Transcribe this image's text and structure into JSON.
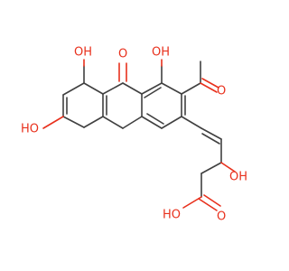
{
  "atom_labels": {
    "oh_top_left": "OH",
    "oxo_top": "O",
    "oh_top_right": "OH",
    "acetyl_o": "O",
    "oh_left": "HO",
    "oh_enol": "OH",
    "oh_acid": "HO",
    "oxo_acid": "O"
  },
  "colors": {
    "bond": "#404040",
    "heteroatom": "#e8301c",
    "background": "#ffffff"
  }
}
